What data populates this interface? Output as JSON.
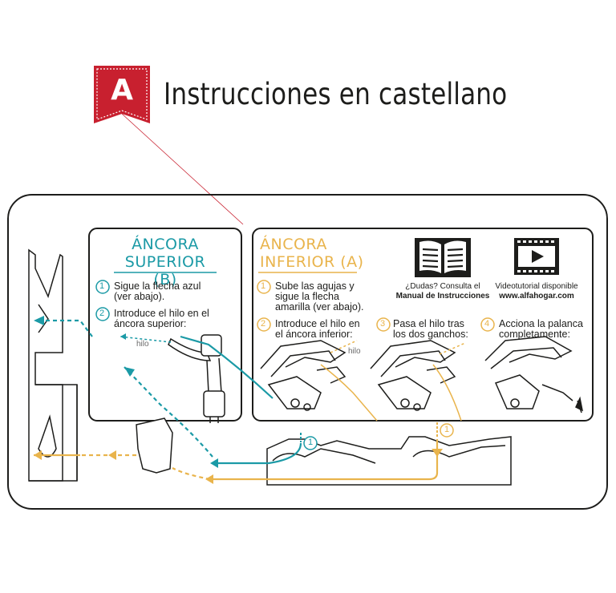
{
  "header": {
    "logo_letter": "A",
    "title": "Instrucciones en castellano"
  },
  "panel_b": {
    "heading_line1": "ÁNCORA",
    "heading_line2": "SUPERIOR (B)",
    "steps": [
      {
        "num": "1",
        "line1": "Sigue la flecha azul",
        "line2": "(ver abajo)."
      },
      {
        "num": "2",
        "line1": "Introduce el hilo en el",
        "line2": "áncora superior:"
      }
    ],
    "thread_label": "hilo"
  },
  "panel_a": {
    "heading_line1": "ÁNCORA",
    "heading_line2": "INFERIOR (A)",
    "steps": [
      {
        "num": "1",
        "line1": "Sube las agujas y",
        "line2": "sigue la flecha",
        "line3": "amarilla (ver abajo)."
      },
      {
        "num": "2",
        "line1": "Introduce el hilo en",
        "line2": "el áncora inferior:"
      },
      {
        "num": "3",
        "line1": "Pasa el hilo tras",
        "line2": "los dos ganchos:"
      },
      {
        "num": "4",
        "line1": "Acciona la palanca",
        "line2": "completamente:"
      }
    ],
    "thread_label": "hilo",
    "manual": {
      "line1": "¿Dudas? Consulta el",
      "line2": "Manual de Instrucciones"
    },
    "video": {
      "line1": "Videotutorial disponible",
      "line2": "www.alfahogar.com"
    }
  },
  "diagram": {
    "marker_blue": "1",
    "marker_yellow": "1"
  },
  "colors": {
    "teal": "#1b9aa6",
    "yellow": "#e9b44c",
    "red": "#c8202f",
    "dark": "#1d1d1b"
  }
}
